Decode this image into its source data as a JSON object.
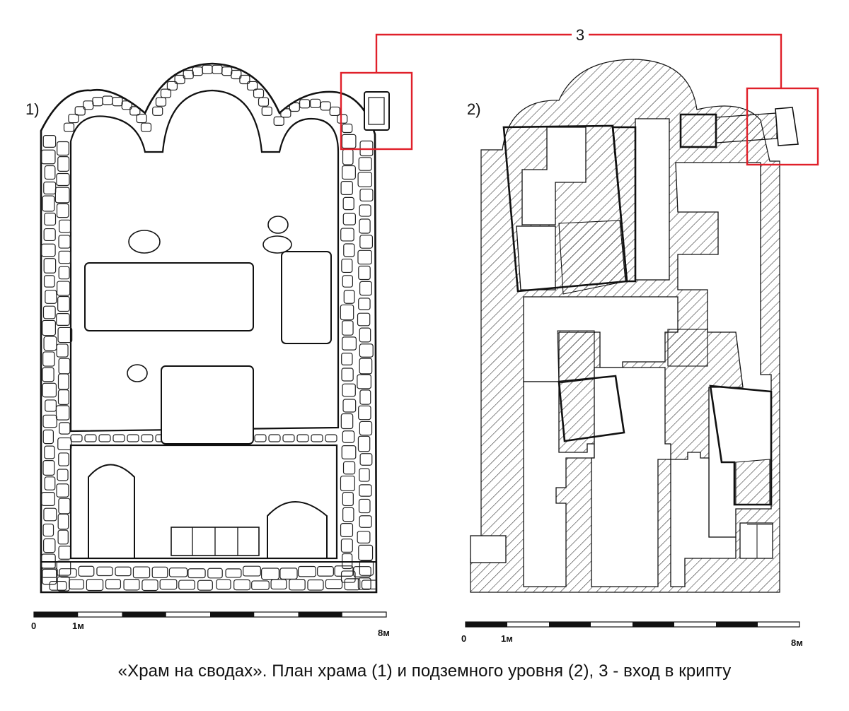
{
  "plan1": {
    "label": "1)"
  },
  "plan2": {
    "label": "2)"
  },
  "callout": {
    "label": "3"
  },
  "scale1": {
    "start": "0",
    "mid": "1м",
    "end": "8м"
  },
  "scale2": {
    "start": "0",
    "mid": "1м",
    "end": "8м"
  },
  "caption": "«Храм на сводах». План храма (1) и подземного уровня (2), 3 - вход в крипту",
  "colors": {
    "line": "#111111",
    "highlight": "#e0202a",
    "hatch": "#222222"
  }
}
